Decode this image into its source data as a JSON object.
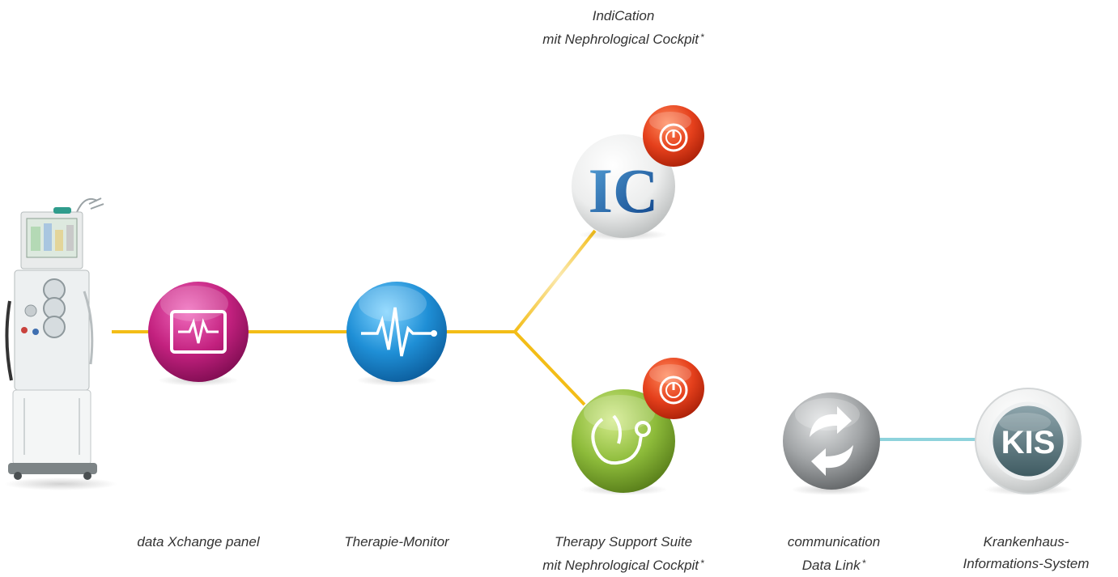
{
  "colors": {
    "connector_yellow": "#f3bd17",
    "connector_cyan": "#8ed3dc",
    "magenta": "#c3217f",
    "blue": "#1f8fd6",
    "green": "#8dbb3a",
    "gray": "#8c8f91",
    "red_badge": "#e5401c"
  },
  "nodes": {
    "machine": {
      "icon": "dialysis-machine"
    },
    "data_xchange": {
      "icon": "monitor-heartbeat-icon",
      "label": "data Xchange panel"
    },
    "therapie_monitor": {
      "icon": "heartbeat-icon",
      "label": "Therapie-Monitor"
    },
    "indication": {
      "icon": "ic-logo",
      "logo_text": "IC",
      "label_line1": "IndiCation",
      "label_line2": "mit Nephrological Cockpit",
      "asterisk": "*",
      "badge_icon": "gauge-icon"
    },
    "therapy_support": {
      "icon": "stethoscope-icon",
      "label_line1": "Therapy Support Suite",
      "label_line2": "mit Nephrological Cockpit",
      "asterisk": "*",
      "badge_icon": "gauge-icon"
    },
    "communication": {
      "icon": "sync-arrows-icon",
      "label_line1": "communication",
      "label_line2": "Data Link",
      "asterisk": "*"
    },
    "kis": {
      "icon": "kis-logo",
      "logo_text": "KIS",
      "label_line1": "Krankenhaus-",
      "label_line2": "Informations-System"
    }
  }
}
